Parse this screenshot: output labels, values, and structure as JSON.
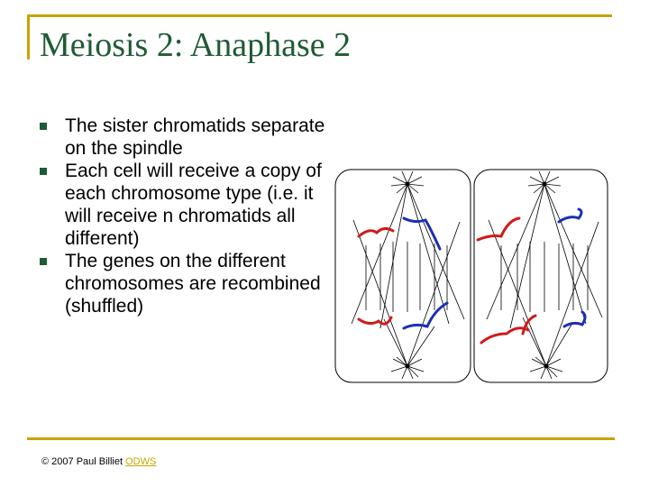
{
  "slide": {
    "title": "Meiosis 2: Anaphase 2",
    "bullets": [
      "The sister chromatids separate on the spindle",
      "Each cell will receive a copy of each chromosome type (i.e. it will receive n chromatids all different)",
      "The genes on the different chromosomes are recombined (shuffled)"
    ]
  },
  "footer": {
    "copyright": "© 2007 Paul Billiet ",
    "link_text": "ODWS"
  },
  "colors": {
    "accent_line": "#c8a400",
    "title": "#1f5b35",
    "chromosome_red": "#d01a1a",
    "chromosome_blue": "#1c2fb5"
  }
}
